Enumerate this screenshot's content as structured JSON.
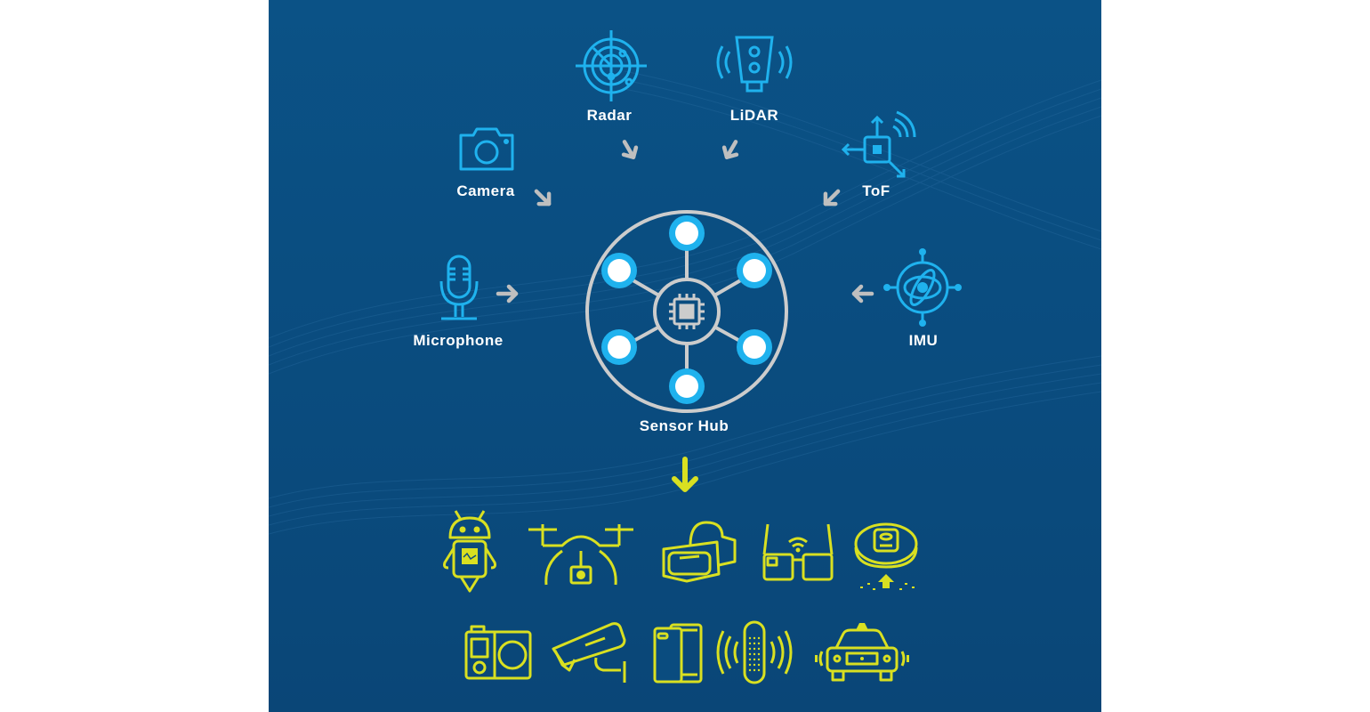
{
  "diagram": {
    "colors": {
      "background": "#0a4c7f",
      "sensor_icon": "#1fb2ee",
      "arrow": "#bfbfbf",
      "hub_ring": "#cccccc",
      "node_fill": "#ffffff",
      "device_icon": "#d9e021",
      "label": "#ffffff"
    },
    "sensors": [
      {
        "label": "Radar",
        "icon": "radar-icon"
      },
      {
        "label": "LiDAR",
        "icon": "lidar-icon"
      },
      {
        "label": "Camera",
        "icon": "camera-icon"
      },
      {
        "label": "ToF",
        "icon": "tof-sensor-icon"
      },
      {
        "label": "Microphone",
        "icon": "microphone-icon"
      },
      {
        "label": "IMU",
        "icon": "imu-gyroscope-icon"
      }
    ],
    "hub": {
      "label": "Sensor Hub",
      "icon": "processor-chip-icon",
      "node_count": 6
    },
    "devices_row1": [
      {
        "icon": "robot-icon"
      },
      {
        "icon": "drone-icon"
      },
      {
        "icon": "vr-headset-icon"
      },
      {
        "icon": "smart-glasses-icon"
      },
      {
        "icon": "robot-vacuum-icon"
      }
    ],
    "devices_row2": [
      {
        "icon": "action-camera-icon"
      },
      {
        "icon": "security-camera-icon"
      },
      {
        "icon": "smartphone-icon"
      },
      {
        "icon": "smart-speaker-icon"
      },
      {
        "icon": "autonomous-car-icon"
      }
    ]
  }
}
